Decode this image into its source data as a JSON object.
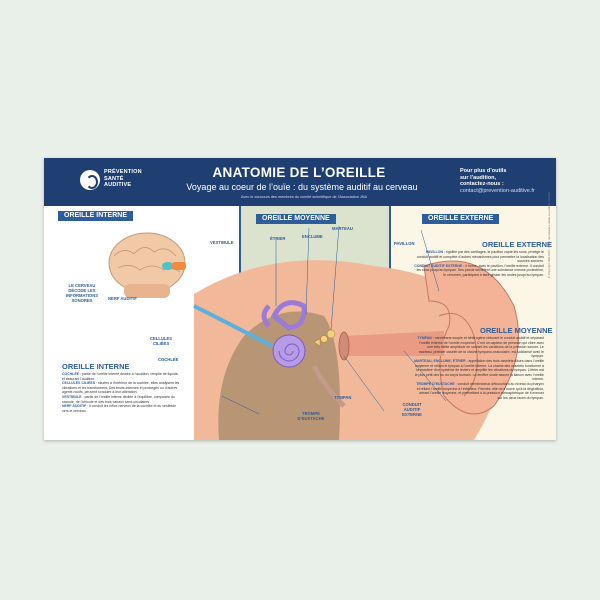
{
  "header": {
    "brand_lines": [
      "PRÉVENTION",
      "SANTÉ",
      "AUDITIVE"
    ],
    "title": "ANATOMIE DE L’OREILLE",
    "subtitle": "Voyage au coeur de l’ouïe : du système auditif au cerveau",
    "credit": "Avec le concours des membres du comité scientifique de l’Association JNA",
    "contact_lines": [
      "Pour plus d’outils",
      "sur l’audition,",
      "contactez-nous :"
    ],
    "contact_email": "contact@prevention-auditive.fr"
  },
  "tabs": {
    "inner": "OREILLE INTERNE",
    "middle": "OREILLE MOYENNE",
    "outer": "OREILLE EXTERNE"
  },
  "labels": {
    "cerveau": "LE CERVEAU DÉCODE LES INFORMATIONS SONORES",
    "vestibule": "VESTIBULE",
    "nerf": "NERF AUDITIF",
    "cellules": "CELLULES CILIÉES",
    "cochlee": "COCHLÉE",
    "etrier": "ÉTRIER",
    "enclume": "ENCLUME",
    "marteau": "MARTEAU",
    "trompe": "TROMPE D’EUSTACHE",
    "tympan": "TYMPAN",
    "pavillon": "PAVILLON",
    "conduit": "CONDUIT AUDITIF EXTERNE"
  },
  "inner_text": {
    "heading": "OREILLE INTERNE",
    "items": [
      {
        "term": "COCHLÉE",
        "desc": " : partie de l’oreille interne dédiée à l’audition, remplie de liquide, et assurant l’audition."
      },
      {
        "term": "CELLULES CILIÉES",
        "desc": " : situées à l’intérieur de la cochlée, elles analysent les vibrations et les transforment. Des bruits intenses et prolongés ou d’autres agents nocifs, peuvent conduire à leur altération."
      },
      {
        "term": "VESTIBULE",
        "desc": " : partie de l’oreille interne dédiée à l’équilibre, composée du saccule, de l’utricule et des trois canaux semi-circulaires."
      },
      {
        "term": "NERF AUDITIF",
        "desc": " : il conduit les influx nerveux de la cochlée et du vestibule vers le cerveau."
      }
    ]
  },
  "outer_text": {
    "heading": "OREILLE EXTERNE",
    "items": [
      {
        "term": "PAVILLON",
        "desc": " : rigidifié par des cartilages, le pavillon capte les sons, protège le conduit auditif et complète d’autres mécanismes pour permettre la localisation des sources sonores."
      },
      {
        "term": "CONDUIT AUDITIF EXTERNE",
        "desc": " : il forme, avec le pavillon, l’oreille externe. Il conduit les sons jusqu’au tympan. Ses parois sécrètent une substance cireuse protectrice, le cérumen, participant à faire glisser les ondes jusqu’au tympan."
      }
    ]
  },
  "middle_text": {
    "heading": "OREILLE MOYENNE",
    "items": [
      {
        "term": "TYMPAN",
        "desc": " : membrane souple et hétérogène obturant le conduit auditif et séparant l’oreille externe de l’oreille moyenne. C’est un capteur de pression qui vibre avec une très faible amplitude en suivant les variations de la pression sonore. Le marteau, premier osselet de la chaîne tympano-ossiculaire, est solidarisé avec le tympan."
      },
      {
        "term": "MARTEAU, ENCLUME, ÉTRIER",
        "desc": " : appellation des trois osselets situés dans l’oreille moyenne et reliant le tympan à l’oreille interne. La chaîne des osselets fonctionne à la manière d’un système de leviers et amplifie les vibrations du tympan. L’étrier est le plus petit des os du corps humain. La fenêtre ovale assure la liaison avec l’oreille interne."
      },
      {
        "term": "TROMPE D’EUSTACHE",
        "desc": " : conduit membraneux débouchant au niveau du pharynx et reliant l’oreille moyenne à l’extérieur. Fermée, elle ne s’ouvre qu’à la déglutition, aérant l’oreille moyenne, et permettant à la pression atmosphérique de s’exercer sur les deux faces du tympan."
      }
    ]
  },
  "side_note": "© Copyright JNA 2023 - Toute reproduction totale ou partielle interdite",
  "colors": {
    "header_bg": "#1f3f73",
    "accent": "#2e5d9c",
    "middle_bg": "#dbe3cf",
    "outer_bg": "#fbf6e6",
    "page_bg": "#e9efe9"
  }
}
